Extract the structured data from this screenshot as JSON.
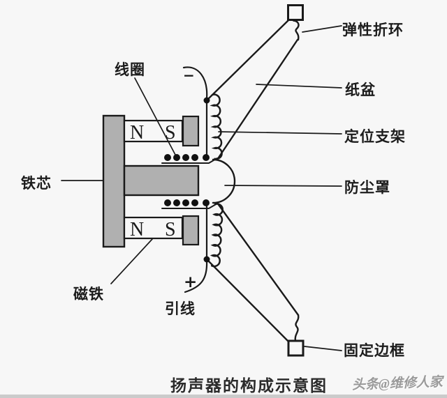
{
  "diagram": {
    "title": "扬声器的构成示意图",
    "watermark": "头条@维修人家",
    "labels": {
      "coil": "线圈",
      "iron_core": "铁芯",
      "magnet": "磁铁",
      "lead_wire": "引线",
      "surround": "弹性折环",
      "cone": "纸盆",
      "spider": "定位支架",
      "dust_cap": "防尘罩",
      "frame": "固定边框"
    },
    "magnet_poles": {
      "n": "N",
      "s": "S"
    },
    "polarity": {
      "minus": "−",
      "plus": "+"
    },
    "colors": {
      "line": "#1a1a1a",
      "metal_fill": "#b0b0b0",
      "background": "#f7f7f7",
      "watermark": "#9a9a9a",
      "bottom_strip": "#cbcbcb"
    }
  }
}
